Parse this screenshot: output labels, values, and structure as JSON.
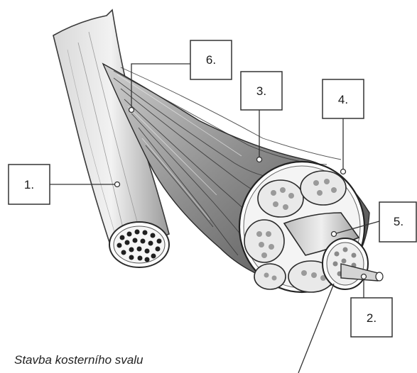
{
  "caption": "Stavba kosterního svalu",
  "labels": {
    "l1": "1.",
    "l2": "2.",
    "l3": "3.",
    "l4": "4.",
    "l5": "5.",
    "l6": "6."
  },
  "colors": {
    "ink": "#2a2a2a",
    "shade": "#7a7a7a",
    "light": "#e6e6e6",
    "paper": "#ffffff"
  }
}
